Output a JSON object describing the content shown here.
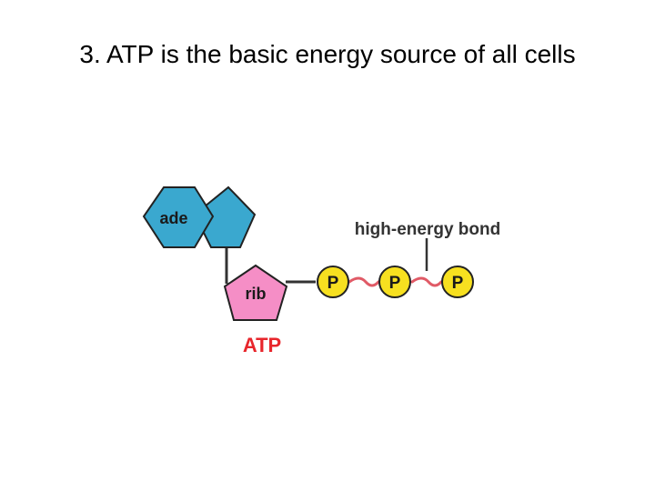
{
  "slide": {
    "title": "3. ATP is the basic energy source of all cells"
  },
  "diagram": {
    "adenine_label": "ade",
    "ribose_label": "rib",
    "phosphate_labels": [
      "P",
      "P",
      "P"
    ],
    "bond_label": "high-energy bond",
    "molecule_label": "ATP",
    "colors": {
      "adenine": "#3aa8cf",
      "ribose": "#f58ec6",
      "phosphate": "#f7e020",
      "high_energy_bond": "#e05a66",
      "molecule_label": "#e8262c",
      "outline": "#222222"
    }
  }
}
